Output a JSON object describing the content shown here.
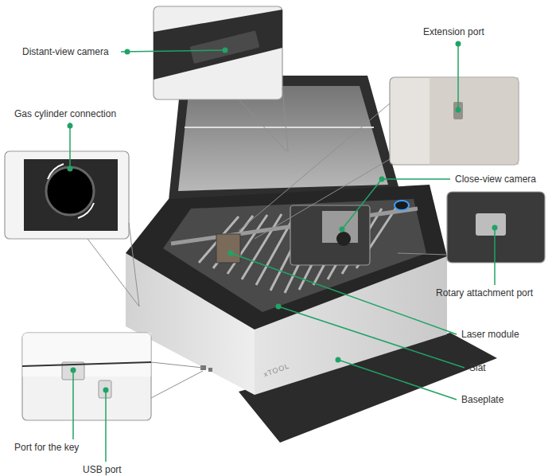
{
  "diagram": {
    "labels": [
      "Distant-view camera",
      "Extension port",
      "Gas cylinder connection",
      "Close-view camera",
      "Rotary attachment port",
      "Laser module",
      "Slat",
      "Baseplate",
      "Port for the key",
      "USB port",
      "xTOOL"
    ]
  }
}
